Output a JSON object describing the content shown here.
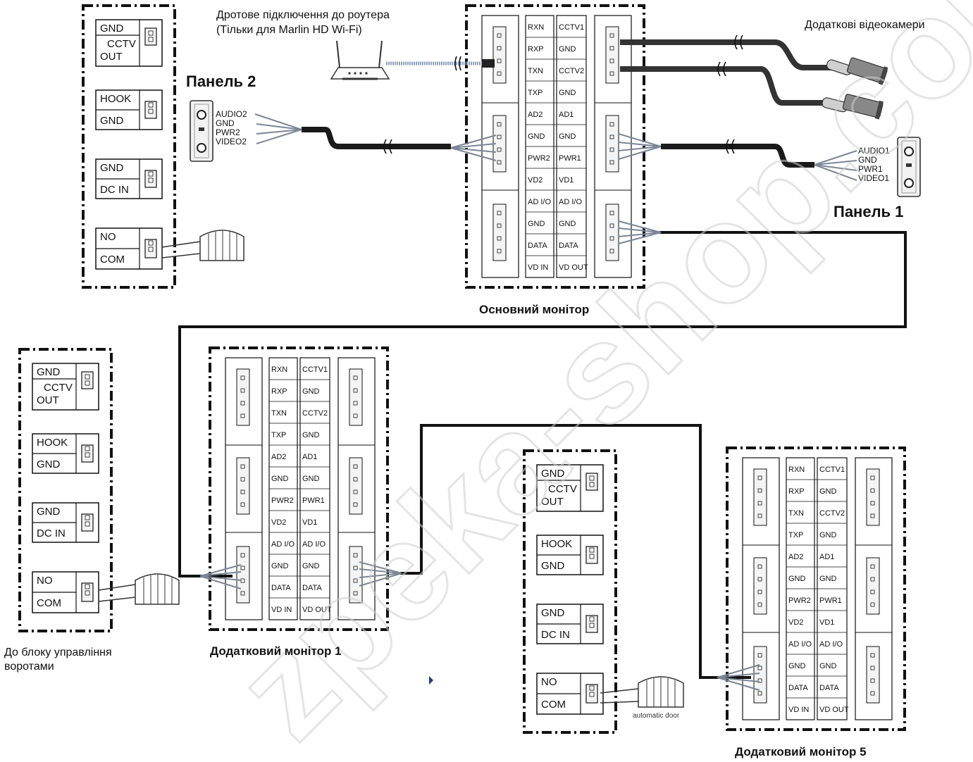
{
  "captions": {
    "router_line1": "Дротове підключення до роутера",
    "router_line2": "(Тільки для Marlin HD Wi-Fi)",
    "extra_cameras": "Додаткові відеокамери",
    "panel2": "Панель 2",
    "panel1": "Панель 1",
    "main_monitor": "Основний монітор",
    "extra_monitor_1": "Додатковий монітор 1",
    "extra_monitor_5": "Додатковий монітор 5",
    "gate_line1": "До блоку управління",
    "gate_line2": "воротами",
    "automatic_door": "automatic door"
  },
  "panel2_pins": [
    "AUDIO2",
    "GND",
    "PWR2",
    "VIDEO2"
  ],
  "panel1_pins": [
    "AUDIO1",
    "GND",
    "PWR1",
    "VIDEO1"
  ],
  "side_terminals": [
    {
      "pins": [
        "GND",
        "CCTV OUT"
      ]
    },
    {
      "pins": [
        "HOOK",
        "GND"
      ]
    },
    {
      "pins": [
        "GND",
        "DC IN"
      ]
    },
    {
      "pins": [
        "NO",
        "COM"
      ]
    }
  ],
  "monitor_pins": {
    "left_column": [
      "RXN",
      "RXP",
      "TXN",
      "TXP",
      "AD2",
      "GND",
      "PWR2",
      "VD2",
      "AD I/O",
      "GND",
      "DATA",
      "VD IN"
    ],
    "right_column": [
      "CCTV1",
      "GND",
      "CCTV2",
      "GND",
      "AD1",
      "GND",
      "PWR1",
      "VD1",
      "AD I/O",
      "GND",
      "DATA",
      "VD OUT"
    ]
  },
  "watermark": "zpeka-shop.com",
  "colors": {
    "line": "#111111",
    "wire": "#222222",
    "terminal_fill": "#ececec",
    "connector_fill": "#f4f4f4",
    "watermark": "#d0d0d0"
  }
}
